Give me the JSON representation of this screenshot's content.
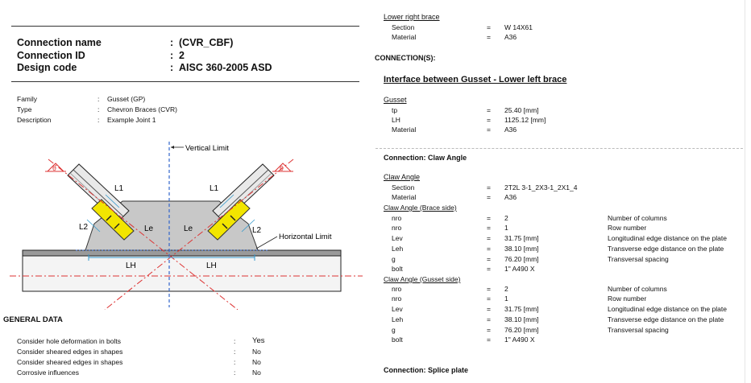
{
  "header": {
    "rows": [
      {
        "label": "Connection name",
        "value": "(CVR_CBF)"
      },
      {
        "label": "Connection ID",
        "value": "2"
      },
      {
        "label": "Design code",
        "value": "AISC 360-2005 ASD"
      }
    ]
  },
  "info": [
    {
      "label": "Family",
      "value": "Gusset (GP)"
    },
    {
      "label": "Type",
      "value": "Chevron Braces (CVR)"
    },
    {
      "label": "Description",
      "value": "Example Joint 1"
    }
  ],
  "diagram": {
    "vertical_limit": "Vertical Limit",
    "horizontal_limit": "Horizontal Limit",
    "l1_left": "L1",
    "l1_right": "L1",
    "l2_left": "L2",
    "l2_right": "L2",
    "le_left": "Le",
    "le_right": "Le",
    "lh_left": "LH",
    "lh_right": "LH",
    "theta_left": "θ",
    "theta_right": "θ",
    "colors": {
      "plate_fill": "#c8c8c8",
      "angle_fill": "#f2e500",
      "center_line": "#d33",
      "limit_line": "#3366cc",
      "dim_line": "#3399cc"
    }
  },
  "general": {
    "title": "GENERAL DATA",
    "rows": [
      {
        "label": "Consider hole deformation in bolts",
        "value": "Yes"
      },
      {
        "label": "Consider sheared edges in shapes",
        "value": "No"
      },
      {
        "label": "Consider sheared edges in shapes",
        "value": "No"
      },
      {
        "label": "Corrosive influences",
        "value": "No"
      }
    ]
  },
  "right": {
    "lower_right_brace": {
      "title": "Lower right brace",
      "rows": [
        {
          "k": "Section",
          "v": "W 14X61"
        },
        {
          "k": "Material",
          "v": "A36"
        }
      ]
    },
    "connections_title": "CONNECTION(S):",
    "interface_title": "Interface between Gusset - Lower left brace",
    "gusset": {
      "title": "Gusset",
      "rows": [
        {
          "k": "tp",
          "v": "25.40  [mm]"
        },
        {
          "k": "LH",
          "v": "1125.12  [mm]"
        },
        {
          "k": "Material",
          "v": "A36"
        }
      ]
    },
    "claw_connection_title": "Connection: Claw Angle",
    "claw_angle": {
      "title": "Claw Angle",
      "rows": [
        {
          "k": "Section",
          "v": "2T2L 3-1_2X3-1_2X1_4"
        },
        {
          "k": "Material",
          "v": "A36"
        }
      ]
    },
    "brace_side": {
      "title": "Claw Angle (Brace side)",
      "rows": [
        {
          "k": "nro",
          "v": "2",
          "d": "Number of columns"
        },
        {
          "k": "nro",
          "v": "1",
          "d": "Row number"
        },
        {
          "k": "Lev",
          "v": "31.75  [mm]",
          "d": "Longitudinal edge distance on the plate"
        },
        {
          "k": "Leh",
          "v": "38.10  [mm]",
          "d": "Transverse edge distance on the plate"
        },
        {
          "k": "g",
          "v": "76.20  [mm]",
          "d": "Transversal spacing"
        },
        {
          "k": "bolt",
          "v": "1\" A490 X",
          "d": ""
        }
      ]
    },
    "gusset_side": {
      "title": "Claw Angle (Gusset side)",
      "rows": [
        {
          "k": "nro",
          "v": "2",
          "d": "Number of columns"
        },
        {
          "k": "nro",
          "v": "1",
          "d": "Row number"
        },
        {
          "k": "Lev",
          "v": "31.75  [mm]",
          "d": "Longitudinal edge distance on the plate"
        },
        {
          "k": "Leh",
          "v": "38.10  [mm]",
          "d": "Transverse edge distance on the plate"
        },
        {
          "k": "g",
          "v": "76.20  [mm]",
          "d": "Transversal spacing"
        },
        {
          "k": "bolt",
          "v": "1\" A490 X",
          "d": ""
        }
      ]
    },
    "splice_title": "Connection: Splice plate",
    "equals": "="
  },
  "colon": ":"
}
